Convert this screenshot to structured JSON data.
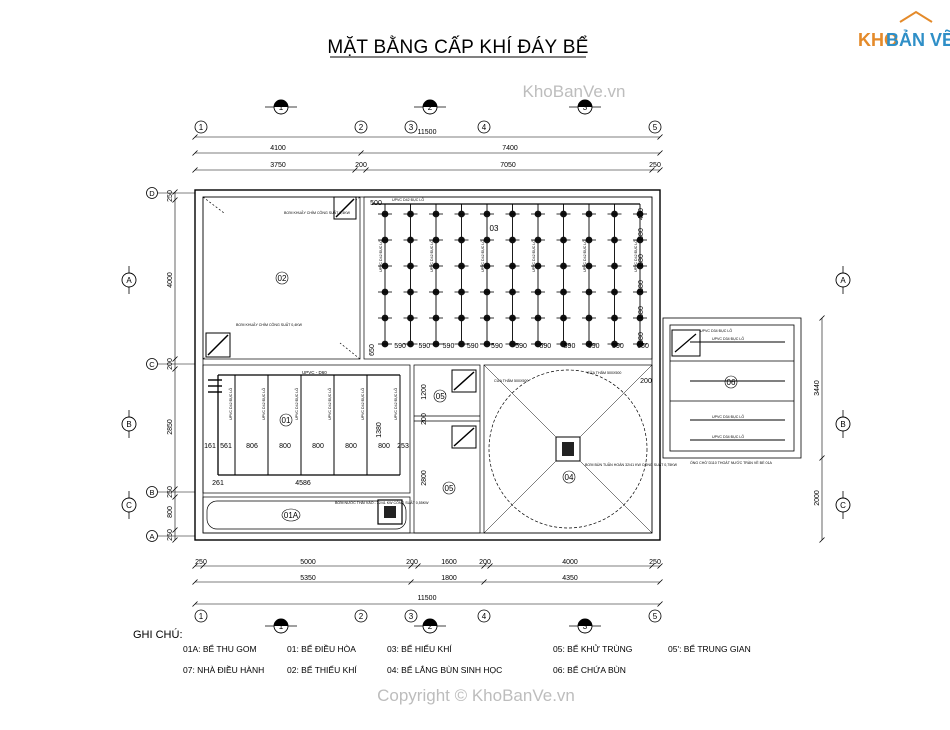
{
  "title": "MẶT BẰNG CẤP KHÍ ĐÁY BỂ",
  "logo": {
    "part1": "KHO",
    "part2": "BẢN VẼ"
  },
  "watermark_top": "KhoBanVe.vn",
  "watermark_bottom": "Copyright © KhoBanVe.vn",
  "grid_top_labels": [
    "1",
    "2",
    "3",
    "4",
    "5"
  ],
  "section_top_labels": [
    "1",
    "2",
    "3"
  ],
  "grid_side_labels": [
    "D",
    "C",
    "B",
    "A"
  ],
  "section_side_labels": [
    "A",
    "B",
    "C"
  ],
  "dims_top": {
    "overall": "11500",
    "row1": [
      "4100",
      "7400"
    ],
    "row2": [
      "3750",
      "200",
      "7050",
      "250"
    ]
  },
  "dims_bottom": {
    "row1": [
      "250",
      "5000",
      "200",
      "1600",
      "200",
      "4000",
      "250"
    ],
    "row2": [
      "5350",
      "1800",
      "4350"
    ],
    "overall": "11500"
  },
  "dims_left": [
    "250",
    "4000",
    "200",
    "2850",
    "250",
    "800",
    "250"
  ],
  "dims_right": [
    "3440",
    "2000"
  ],
  "dims_tank03_cols": [
    "590",
    "590",
    "590",
    "590",
    "590",
    "590",
    "590",
    "590",
    "590",
    "590",
    "650"
  ],
  "dims_tank03_left": "650",
  "dims_tank03_top": "500",
  "dims_tank03_right": [
    "400",
    "680",
    "680",
    "680",
    "680",
    "680"
  ],
  "dims_tank01_cols": [
    "161",
    "561",
    "806",
    "800",
    "800",
    "800",
    "800",
    "253"
  ],
  "dims_tank01_bottom": [
    "261",
    "4586"
  ],
  "dims_tank01_right": "1380",
  "dims_05": [
    "1200",
    "200",
    "2800"
  ],
  "dim_04_right": "200",
  "room_labels": {
    "r02": "02",
    "r03": "03",
    "r01": "01",
    "r01a": "01A",
    "r05p": "05'",
    "r05": "05",
    "r04": "04",
    "r06": "06"
  },
  "pipe_labels": {
    "upvc_top": "UPVC - D60",
    "tank03_pipe": "UPVC D42 ĐỤC LỖ",
    "tank01_pipe": "UPVC D42 ĐỤC LỖ",
    "tank06_pipe": "UPVC D34 ĐỤC LỖ",
    "sludge_pipe": "ỐNG CHỜ D110 THOÁT NƯỚC TRÀN VỀ BỂ 01A",
    "pump02a": "BƠM KHUẤY CHÌM CÔNG SUẤT 0,4KW",
    "pump02b": "BƠM KHUẤY CHÌM CÔNG SUẤT 0,4KW",
    "pump01a": "BƠM NƯỚC THẢI VÀO - 32/41 KW CÔNG SUẤT 0,55KW",
    "pump04": "BƠM BÙN TUẦN HOÀN 32/41 KW CÔNG SUẤT 0,75KW",
    "vent04a": "CỬA THĂM 500X500",
    "vent04b": "CỬA THĂM 500X500"
  },
  "legend": {
    "heading": "GHI CHÚ:",
    "items": [
      "01A: BỂ THU GOM",
      "01: BỂ ĐIỀU HÒA",
      "03: BỂ HIẾU KHÍ",
      "05: BỂ KHỬ TRÙNG",
      "05': BỂ TRUNG GIAN",
      "07: NHÀ ĐIỀU HÀNH",
      "02: BỂ THIẾU KHÍ",
      "04: BỂ LẮNG BÙN SINH HỌC",
      "06: BỂ CHỨA BÙN"
    ]
  }
}
